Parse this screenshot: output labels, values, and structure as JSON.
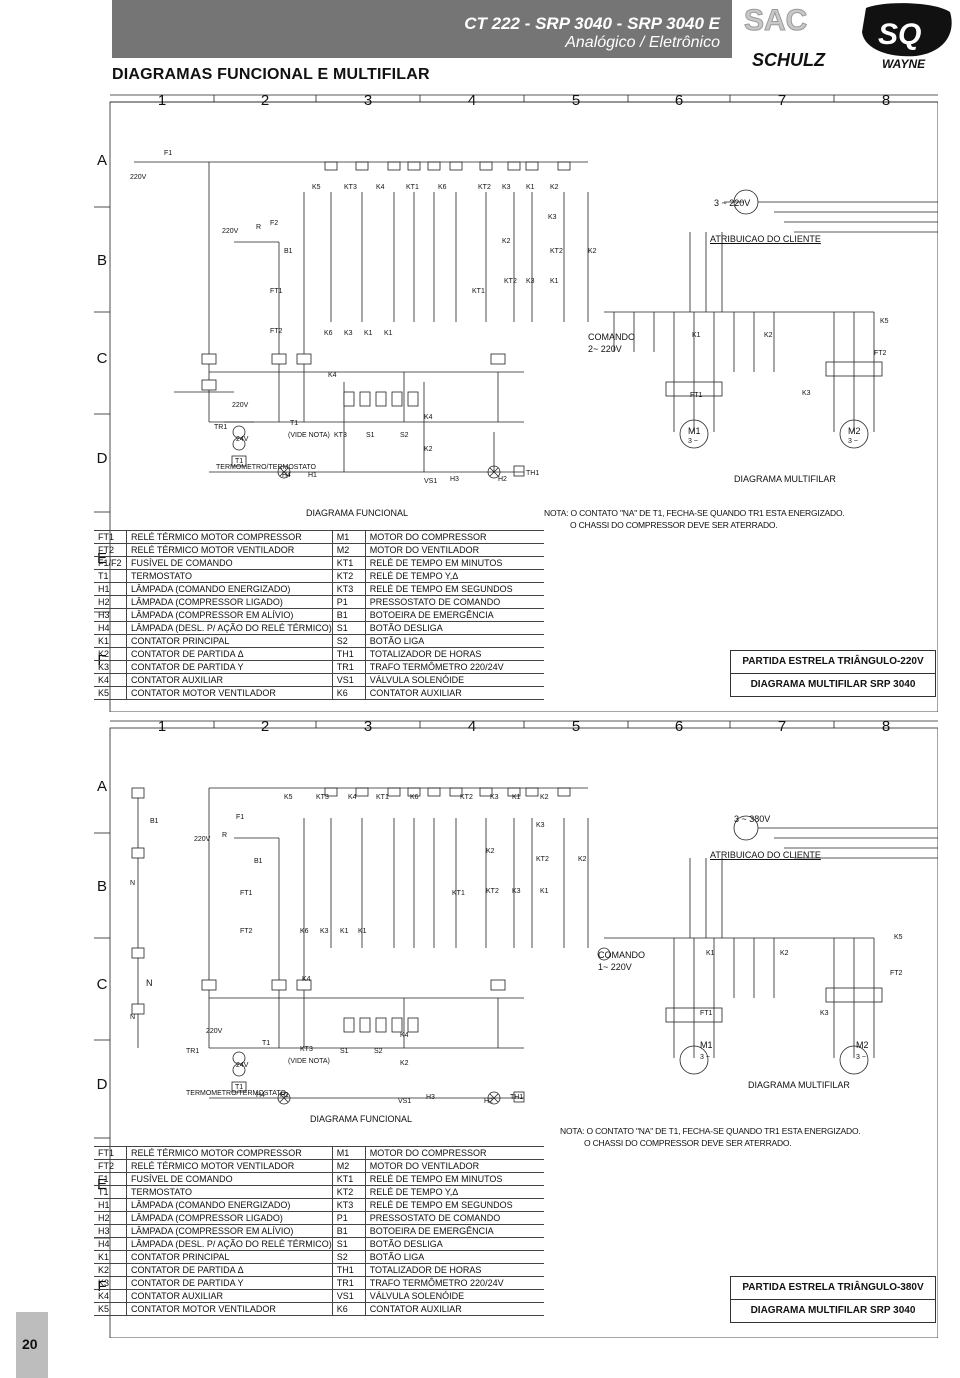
{
  "header": {
    "title": "CT 222 - SRP 3040 - SRP 3040 E",
    "subtitle": "Analógico / Eletrônico",
    "heading": "DIAGRAMAS FUNCIONAL E MULTIFILAR"
  },
  "logos": {
    "sac": "SAC",
    "schulz": "SCHULZ",
    "sq": "SQ",
    "wayne": "WAYNE"
  },
  "grid": {
    "columns": [
      "1",
      "2",
      "3",
      "4",
      "5",
      "6",
      "7",
      "8"
    ],
    "rows": [
      "A",
      "B",
      "C",
      "D",
      "E",
      "F"
    ]
  },
  "diagram_labels": {
    "supply_220": "220V",
    "supply_380": "380V",
    "three_phase_220": "3 ~  220V",
    "three_phase_380": "3 ~  380V",
    "atribuicao": "ATRIBUICAO DO CLIENTE",
    "comando_220": "COMANDO",
    "comando_220_v": "2~ 220V",
    "comando_380_v": "1~ 220V",
    "funcional": "DIAGRAMA FUNCIONAL",
    "multifilar": "DIAGRAMA MULTIFILAR",
    "termometro": "TERMOMETRO/TERMOSTATO",
    "vide_nota": "(VIDE NOTA)",
    "tr1": "TR1",
    "v24": "24V",
    "t1": "T1",
    "h1": "H1",
    "h2": "H2",
    "h3": "H3",
    "h4": "H4",
    "th1": "TH1",
    "vs1": "VS1",
    "m1": "M1",
    "m2": "M2",
    "tri": "3 ~",
    "k1": "K1",
    "k2": "K2",
    "k3": "K3",
    "k4": "K4",
    "k5": "K5",
    "k6": "K6",
    "kt1": "KT1",
    "kt2": "KT2",
    "kt3": "KT3",
    "ft1": "FT1",
    "ft2": "FT2",
    "f1": "F1",
    "f2": "F2",
    "b1": "B1",
    "r": "R",
    "s1": "S1",
    "s2": "S2",
    "n": "N",
    "p1": "P1"
  },
  "sheets": [
    {
      "note_line1": "NOTA: O CONTATO \"NA\" DE T1, FECHA-SE QUANDO  TR1  ESTA ENERGIZADO.",
      "note_line2": "O CHASSI DO COMPRESSOR DEVE SER ATERRADO.",
      "legend": [
        [
          "FT1",
          "RELÉ TÉRMICO MOTOR COMPRESSOR",
          "M1",
          "MOTOR DO COMPRESSOR"
        ],
        [
          "FT2",
          "RELÉ TÉRMICO MOTOR VENTILADOR",
          "M2",
          "MOTOR DO VENTILADOR"
        ],
        [
          "F1/F2",
          "FUSÍVEL DE COMANDO",
          "KT1",
          "RELÉ DE TEMPO EM MINUTOS"
        ],
        [
          "T1",
          "TERMOSTATO",
          "KT2",
          "RELÉ DE TEMPO Y,Δ"
        ],
        [
          "H1",
          "LÂMPADA (COMANDO ENERGIZADO)",
          "KT3",
          "RELÉ DE TEMPO EM SEGUNDOS"
        ],
        [
          "H2",
          "LÂMPADA (COMPRESSOR LIGADO)",
          "P1",
          "PRESSOSTATO DE COMANDO"
        ],
        [
          "H3",
          "LÂMPADA (COMPRESSOR EM ALÍVIO)",
          "B1",
          "BOTOEIRA DE EMERGÊNCIA"
        ],
        [
          "H4",
          "LÂMPADA (DESL. P/ AÇÃO DO RELÉ TÉRMICO)",
          "S1",
          "BOTÃO DESLIGA"
        ],
        [
          "K1",
          "CONTATOR PRINCIPAL",
          "S2",
          "BOTÃO LIGA"
        ],
        [
          "K2",
          "CONTATOR DE PARTIDA Δ",
          "TH1",
          "TOTALIZADOR DE HORAS"
        ],
        [
          "K3",
          "CONTATOR DE PARTIDA Y",
          "TR1",
          "TRAFO TERMÔMETRO 220/24V"
        ],
        [
          "K4",
          "CONTATOR AUXILIAR",
          "VS1",
          "VÁLVULA SOLENÓIDE"
        ],
        [
          "K5",
          "CONTATOR MOTOR VENTILADOR",
          "K6",
          "CONTATOR AUXILIAR"
        ]
      ],
      "title_top": "PARTIDA ESTRELA TRIÂNGULO-220V",
      "title_bottom": "DIAGRAMA MULTIFILAR SRP 3040"
    },
    {
      "note_line1": "NOTA: O CONTATO \"NA\" DE T1, FECHA-SE QUANDO TR1 ESTA ENERGIZADO.",
      "note_line2": "O CHASSI DO COMPRESSOR DEVE SER ATERRADO.",
      "legend": [
        [
          "FT1",
          "RELÉ TÉRMICO MOTOR COMPRESSOR",
          "M1",
          "MOTOR DO COMPRESSOR"
        ],
        [
          "FT2",
          "RELÉ TÉRMICO MOTOR VENTILADOR",
          "M2",
          "MOTOR DO VENTILADOR"
        ],
        [
          "F1",
          "FUSÍVEL DE COMANDO",
          "KT1",
          "RELÉ DE TEMPO EM MINUTOS"
        ],
        [
          "T1",
          "TERMOSTATO",
          "KT2",
          "RELÉ DE TEMPO Y,Δ"
        ],
        [
          "H1",
          "LÂMPADA (COMANDO ENERGIZADO)",
          "KT3",
          "RELÉ DE TEMPO EM SEGUNDOS"
        ],
        [
          "H2",
          "LÂMPADA (COMPRESSOR LIGADO)",
          "P1",
          "PRESSOSTATO DE COMANDO"
        ],
        [
          "H3",
          "LÂMPADA (COMPRESSOR EM ALÍVIO)",
          "B1",
          "BOTOEIRA DE EMERGÊNCIA"
        ],
        [
          "H4",
          "LÂMPADA (DESL. P/ AÇÃO DO RELÉ TÉRMICO)",
          "S1",
          "BOTÃO DESLIGA"
        ],
        [
          "K1",
          "CONTATOR PRINCIPAL",
          "S2",
          "BOTÃO LIGA"
        ],
        [
          "K2",
          "CONTATOR DE PARTIDA Δ",
          "TH1",
          "TOTALIZADOR DE HORAS"
        ],
        [
          "K3",
          "CONTATOR DE PARTIDA Y",
          "TR1",
          "TRAFO TERMÔMETRO 220/24V"
        ],
        [
          "K4",
          "CONTATOR AUXILIAR",
          "VS1",
          "VÁLVULA SOLENÓIDE"
        ],
        [
          "K5",
          "CONTATOR MOTOR VENTILADOR",
          "K6",
          "CONTATOR AUXILIAR"
        ]
      ],
      "title_top": "PARTIDA ESTRELA TRIÂNGULO-380V",
      "title_bottom": "DIAGRAMA MULTIFILAR SRP 3040"
    }
  ],
  "page_number": "20"
}
